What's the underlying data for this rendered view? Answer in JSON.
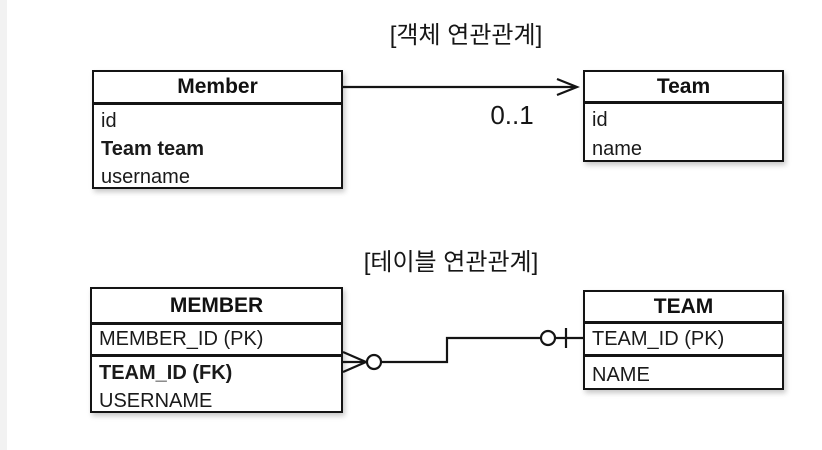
{
  "page": {
    "background_color": "#ffffff",
    "line_color": "#141414"
  },
  "object_section": {
    "title": "[객체 연관관계]",
    "member_entity": {
      "title": "Member",
      "fields": [
        "id",
        "Team team",
        "username"
      ]
    },
    "team_entity": {
      "title": "Team",
      "fields": [
        "id",
        "name"
      ]
    },
    "association": {
      "multiplicity": "0..1"
    }
  },
  "table_section": {
    "title": "[테이블 연관관계]",
    "member_table": {
      "title": "MEMBER",
      "pk_field": "MEMBER_ID (PK)",
      "fields": [
        "TEAM_ID (FK)",
        "USERNAME"
      ]
    },
    "team_table": {
      "title": "TEAM",
      "pk_field": "TEAM_ID (PK)",
      "fields": [
        "NAME"
      ]
    }
  }
}
